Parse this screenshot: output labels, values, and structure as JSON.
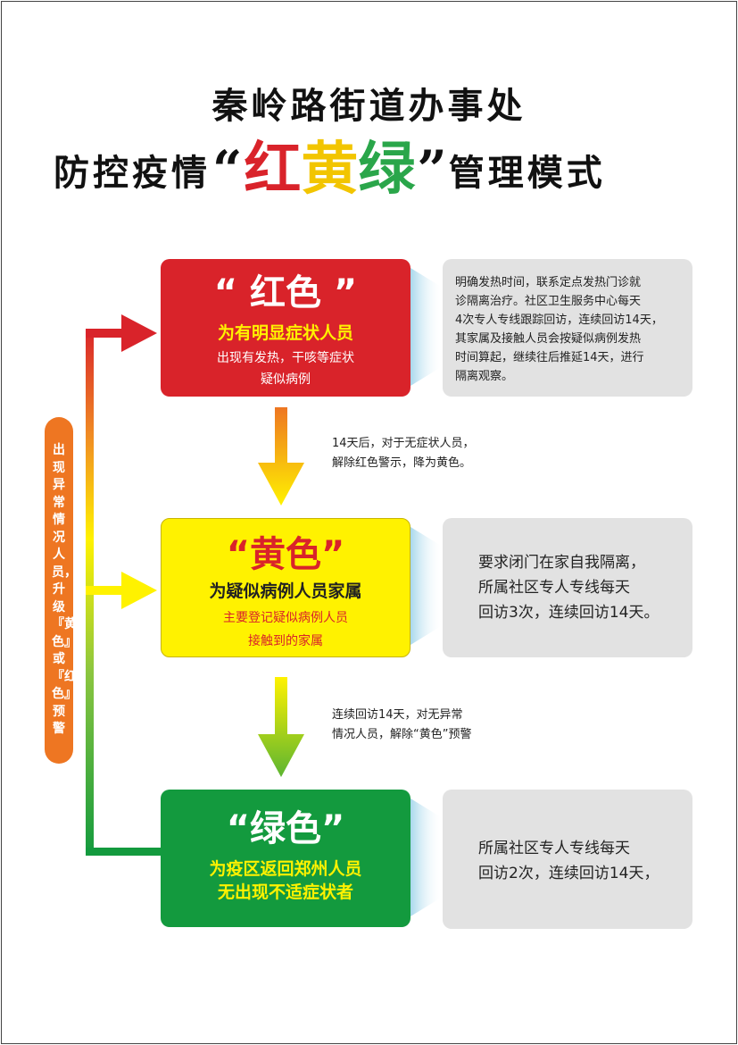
{
  "title": {
    "line1": "秦岭路街道办事处",
    "line2_pre": "防控疫情",
    "quote_open": "“",
    "quote_close": "”",
    "line2_red": "红",
    "line2_yellow": "黄",
    "line2_green": "绿",
    "line2_post": "管理模式"
  },
  "red": {
    "heading": "“ 红色 ”",
    "subtitle": "为有明显症状人员",
    "desc_lines": [
      "出现有发热，干咳等症状",
      "疑似病例"
    ],
    "measure_lines": [
      "明确发热时间，联系定点发热门诊就",
      "诊隔离治疗。社区卫生服务中心每天",
      "4次专人专线跟踪回访，连续回访14天，",
      "其家属及接触人员会按疑似病例发热",
      "时间算起，继续往后推延14天，进行",
      "隔离观察。"
    ]
  },
  "yellow": {
    "heading": "“黄色”",
    "subtitle": "为疑似病例人员家属",
    "desc_lines": [
      "主要登记疑似病例人员",
      "接触到的家属"
    ],
    "measure_lines": [
      "要求闭门在家自我隔离，",
      "所属社区专人专线每天",
      "回访3次，连续回访14天。"
    ]
  },
  "green": {
    "heading": "“绿色”",
    "subtitle_lines": [
      "为疫区返回郑州人员",
      "无出现不适症状者"
    ],
    "measure_lines": [
      "所属社区专人专线每天",
      "回访2次，连续回访14天，"
    ]
  },
  "transitions": {
    "red_to_yellow": [
      "14天后，对于无症状人员，",
      "解除红色警示，降为黄色。"
    ],
    "yellow_to_green": [
      "连续回访14天，对无异常",
      "情况人员，解除“黄色”预警"
    ]
  },
  "side_label": "出现异常情况人员，升级『黄色』或『红色』预警",
  "colors": {
    "red": "#d9232a",
    "yellow": "#fff200",
    "green": "#139a3e",
    "orange": "#ee7622",
    "gray": "#e2e2e2"
  }
}
